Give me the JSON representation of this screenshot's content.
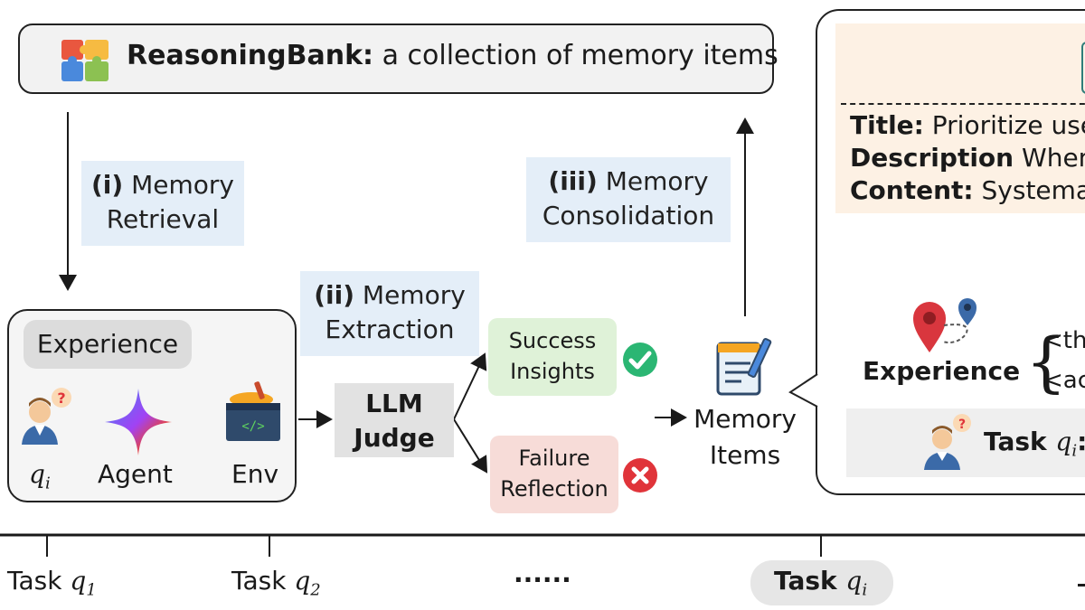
{
  "bank": {
    "title_bold": "ReasoningBank:",
    "title_rest": "a collection of memory items",
    "icon": "puzzle-icon"
  },
  "stages": {
    "retrieval": {
      "num": "(i)",
      "word1": "Memory",
      "word2": "Retrieval"
    },
    "extraction": {
      "num": "(ii)",
      "word1": "Memory",
      "word2": "Extraction"
    },
    "consolidation": {
      "num": "(iii)",
      "word1": "Memory",
      "word2": "Consolidation"
    }
  },
  "experience": {
    "title": "Experience",
    "query_label": "q",
    "query_sub": "i",
    "agent_label": "Agent",
    "env_label": "Env",
    "icons": [
      "user-question-icon",
      "gemini-star-icon",
      "toolbox-code-icon"
    ]
  },
  "judge": {
    "line1": "LLM",
    "line2": "Judge"
  },
  "outcomes": {
    "success": {
      "line1": "Success",
      "line2": "Insights",
      "icon": "check-circle-icon",
      "color": "#2bb673"
    },
    "failure": {
      "line1": "Failure",
      "line2": "Reflection",
      "icon": "x-circle-icon",
      "color": "#e0343a"
    }
  },
  "memory_items": {
    "line1": "Memory",
    "line2": "Items",
    "icon": "notebook-pen-icon"
  },
  "detail": {
    "title_label": "Title:",
    "title_value": "Prioritize use",
    "desc_label": "Description",
    "desc_value": "When",
    "content_label": "Content:",
    "content_value": "Systema",
    "experience_label": "Experience",
    "brace_line1": "<th",
    "brace_line2": "<ac",
    "task_label": "Task",
    "task_q": "q",
    "task_sub": "i",
    "task_colon": ":"
  },
  "timeline": {
    "tasks": [
      {
        "label": "Task",
        "q": "q",
        "sub": "1"
      },
      {
        "label": "Task",
        "q": "q",
        "sub": "2"
      },
      {
        "label": "Task",
        "q": "q",
        "sub": "i"
      }
    ],
    "ellipsis": "......"
  },
  "colors": {
    "stage_bg": "#e4eef8",
    "card_bg": "#fdf1e4",
    "success_bg": "#dff2d8",
    "failure_bg": "#f7dcd8"
  }
}
